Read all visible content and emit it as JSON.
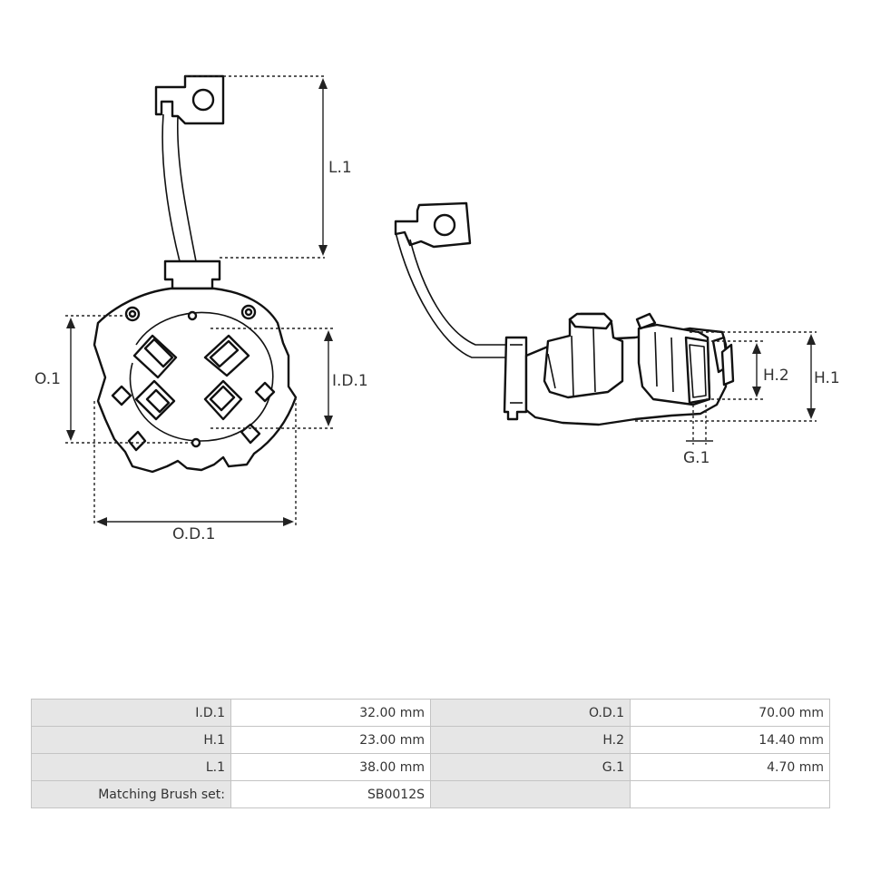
{
  "diagram": {
    "labels": {
      "l1": "L.1",
      "o1": "O.1",
      "id1": "I.D.1",
      "od1": "O.D.1",
      "h2": "H.2",
      "h1": "H.1",
      "g1": "G.1"
    }
  },
  "specs": {
    "rows": [
      {
        "label_a": "I.D.1",
        "value_a": "32.00 mm",
        "label_b": "O.D.1",
        "value_b": "70.00 mm"
      },
      {
        "label_a": "H.1",
        "value_a": "23.00 mm",
        "label_b": "H.2",
        "value_b": "14.40 mm"
      },
      {
        "label_a": "L.1",
        "value_a": "38.00 mm",
        "label_b": "G.1",
        "value_b": "4.70 mm"
      },
      {
        "label_a": "Matching Brush set:",
        "value_a": "SB0012S",
        "label_b": "",
        "value_b": ""
      }
    ]
  }
}
